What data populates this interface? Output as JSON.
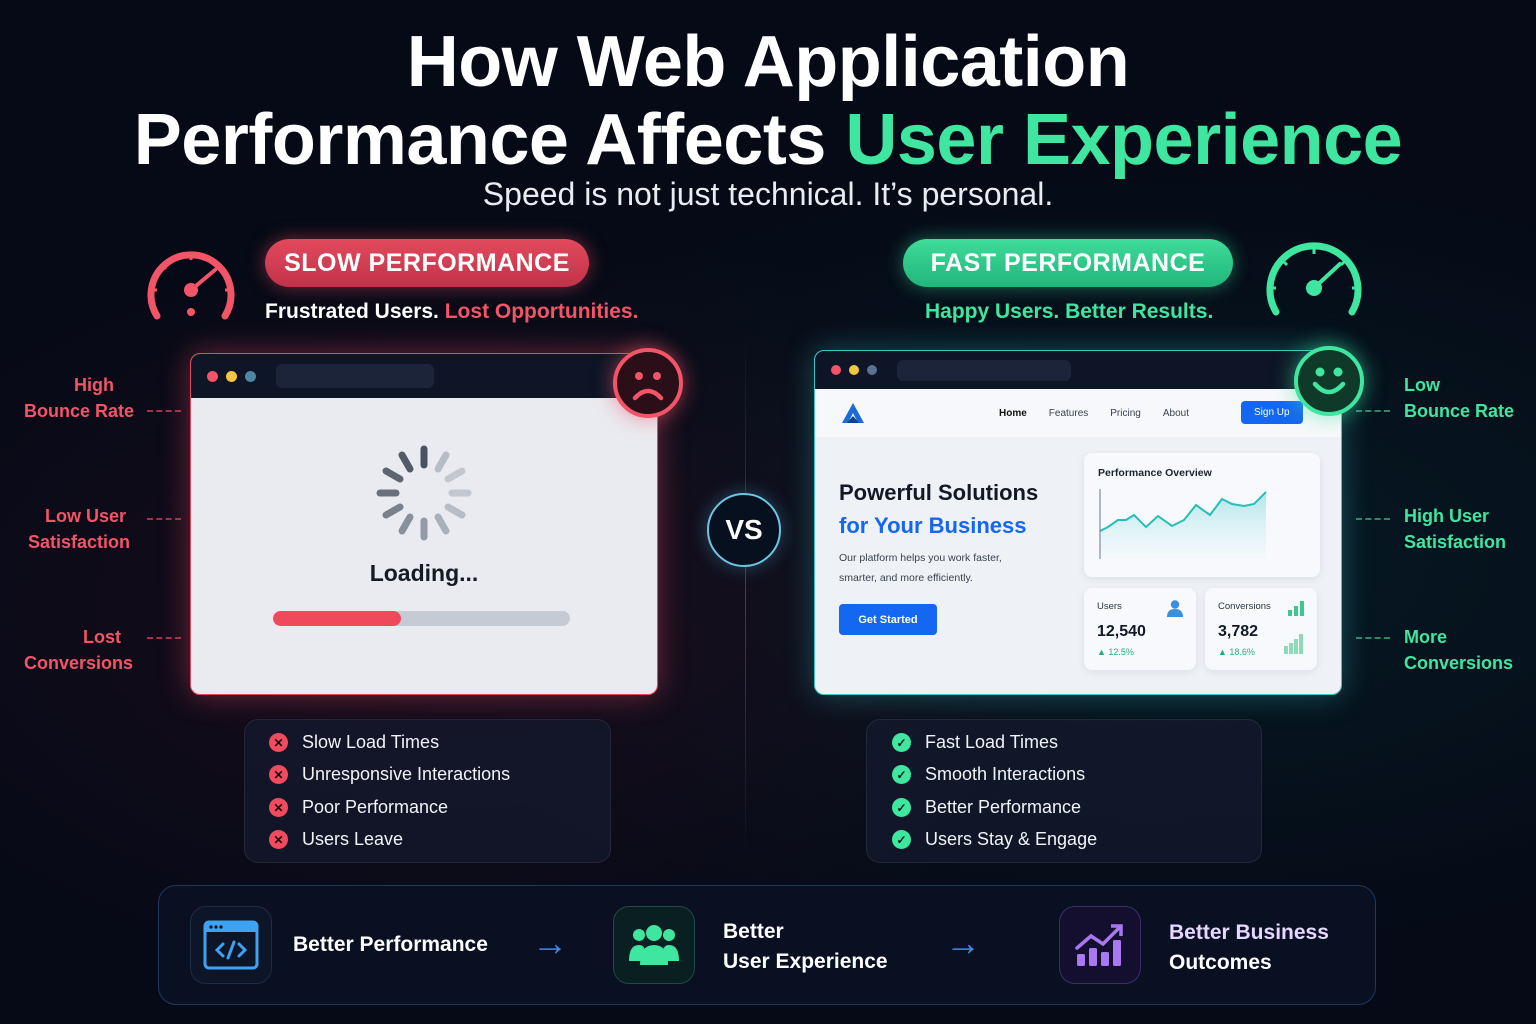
{
  "header": {
    "title_line1": "How Web Application",
    "title_line2_plain": "Performance Affects ",
    "title_line2_accent": "User Experience",
    "subtitle": "Speed is not just technical. It’s personal."
  },
  "colors": {
    "slow": "#e24a5c",
    "fast": "#3ee6a0",
    "background": "#050a16",
    "primary_blue": "#1467f0",
    "purple": "#a878f0"
  },
  "slow": {
    "badge": "SLOW PERFORMANCE",
    "tagline_plain": "Frustrated Users. ",
    "tagline_accent": "Lost Opportunities.",
    "icon": "speedometer-icon",
    "face": "sad-face-icon",
    "callouts": [
      {
        "line1": "High",
        "line2": "Bounce Rate"
      },
      {
        "line1": "Low User",
        "line2": "Satisfaction"
      },
      {
        "line1": "Lost",
        "line2": "Conversions"
      }
    ],
    "loading_text": "Loading...",
    "progress_percent": 43,
    "points": [
      "Slow Load Times",
      "Unresponsive Interactions",
      "Poor Performance",
      "Users Leave"
    ]
  },
  "vs_label": "VS",
  "fast": {
    "badge": "FAST PERFORMANCE",
    "tagline_plain": "Happy Users. ",
    "tagline_accent": "Better Results.",
    "icon": "speedometer-icon",
    "face": "happy-face-icon",
    "callouts": [
      {
        "line1": "Low",
        "line2": "Bounce Rate"
      },
      {
        "line1": "High User",
        "line2": "Satisfaction"
      },
      {
        "line1": "More",
        "line2": "Conversions"
      }
    ],
    "site": {
      "nav": [
        "Home",
        "Features",
        "Pricing",
        "About"
      ],
      "signup": "Sign Up",
      "hero_line1": "Powerful Solutions",
      "hero_line2_plain": "for ",
      "hero_line2_accent": "Your Business",
      "hero_desc_1": "Our platform helps you work faster,",
      "hero_desc_2": "smarter, and more efficiently.",
      "cta": "Get Started",
      "chart_title": "Performance Overview",
      "kpis": [
        {
          "label": "Users",
          "value": "12,540",
          "delta": "▲ 12.5%",
          "icon": "user-icon"
        },
        {
          "label": "Conversions",
          "value": "3,782",
          "delta": "▲ 18.6%",
          "icon": "bar-chart-icon"
        }
      ]
    },
    "points": [
      "Fast Load Times",
      "Smooth Interactions",
      "Better Performance",
      "Users Stay & Engage"
    ]
  },
  "flow": [
    {
      "line1": "Better Performance",
      "line2": "",
      "icon": "code-window-icon"
    },
    {
      "line1": "Better",
      "line2": "User Experience",
      "icon": "users-icon"
    },
    {
      "line1": "Better Business",
      "line2": "Outcomes",
      "icon": "growth-chart-icon"
    }
  ],
  "flow_arrow": "→"
}
